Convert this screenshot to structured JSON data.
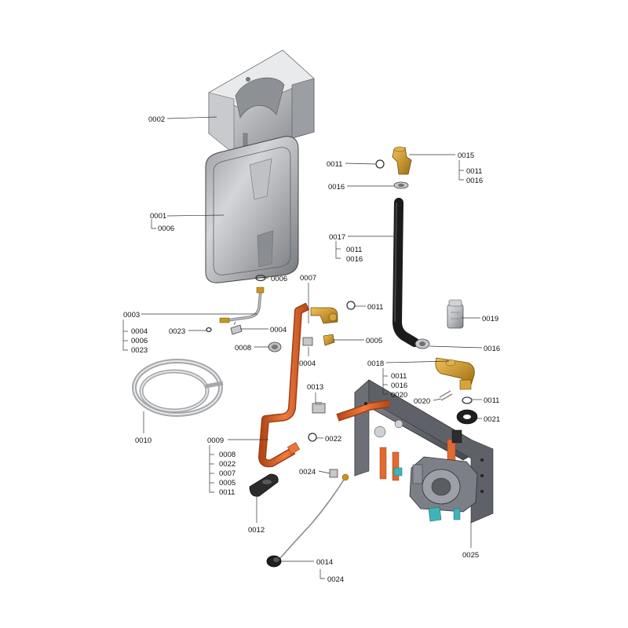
{
  "callouts": {
    "c0002": "0002",
    "c0001": "0001",
    "c0001_sub": "0006",
    "c0006": "0006",
    "c0003": "0003",
    "c0003_sub1": "0004",
    "c0003_sub2": "0006",
    "c0003_sub3": "0023",
    "c0023": "0023",
    "c0004a": "0004",
    "c0008": "0008",
    "c0007": "0007",
    "c0004b": "0004",
    "c0011a": "0011",
    "c0005": "0005",
    "c0010": "0010",
    "c0013": "0013",
    "c0022": "0022",
    "c0009": "0009",
    "c0009_sub1": "0008",
    "c0009_sub2": "0022",
    "c0009_sub3": "0007",
    "c0009_sub4": "0005",
    "c0009_sub5": "0011",
    "c0012": "0012",
    "c0024a": "0024",
    "c0014": "0014",
    "c0014_sub": "0024",
    "c0011b": "0011",
    "c0015": "0015",
    "c0015_sub1": "0011",
    "c0015_sub2": "0016",
    "c0016a": "0016",
    "c0017": "0017",
    "c0017_sub1": "0011",
    "c0017_sub2": "0016",
    "c0019": "0019",
    "c0016b": "0016",
    "c0018": "0018",
    "c0018_sub1": "0011",
    "c0018_sub2": "0016",
    "c0018_sub3": "0020",
    "c0020": "0020",
    "c0011c": "0011",
    "c0021": "0021",
    "c0025": "0025"
  },
  "colors": {
    "copper": "#d9622b",
    "brass": "#c8951e",
    "grey_part": "#a9aaae",
    "dark_part": "#2c2c2c",
    "frame": "#5b5e66",
    "pump_teal": "#3fb4b8"
  }
}
